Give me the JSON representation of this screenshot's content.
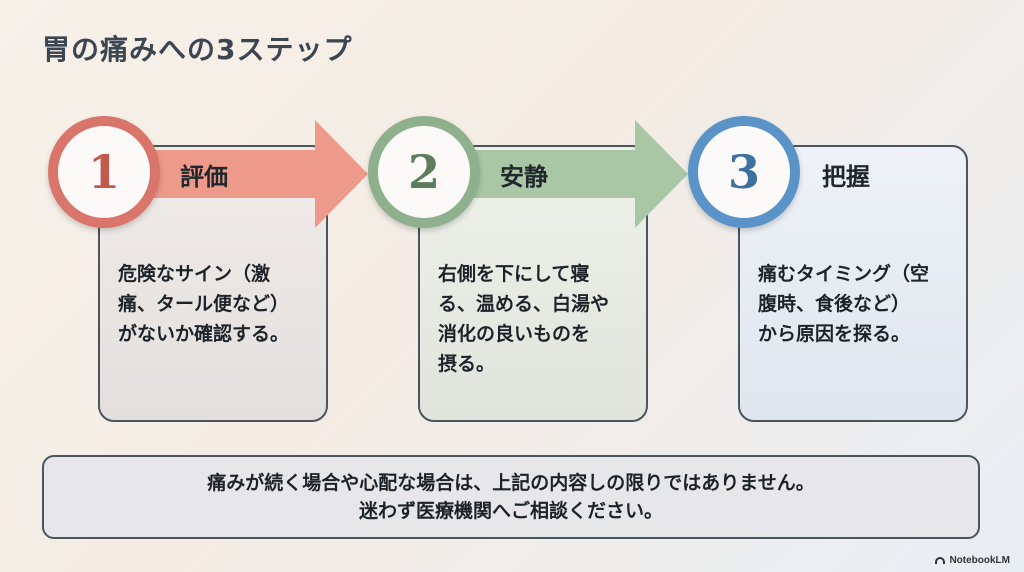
{
  "title": "胃の痛みへの3ステップ",
  "steps": [
    {
      "number": "1",
      "label": "評価",
      "body": "危険なサイン（激\n痛、タール便など）\nがないか確認する。",
      "color": "#d9756a"
    },
    {
      "number": "2",
      "label": "安静",
      "body": "右側を下にして寝\nる、温める、白湯や\n消化の良いものを\n摂る。",
      "color": "#8fb08d"
    },
    {
      "number": "3",
      "label": "把握",
      "body": "痛むタイミング（空\n腹時、食後など）\nから原因を探る。",
      "color": "#5a93c8"
    }
  ],
  "note": {
    "line1": "痛みが続く場合や心配な場合は、上記の内容しの限りではありません。",
    "line2": "迷わず医療機関へご相談ください。"
  },
  "brand": "NotebookLM"
}
